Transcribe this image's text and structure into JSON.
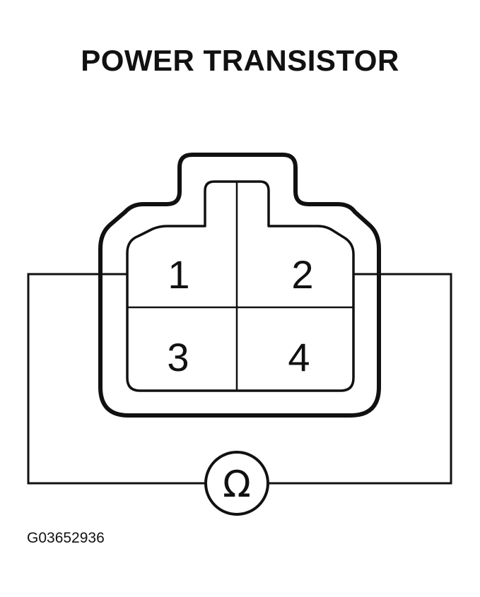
{
  "title": "POWER TRANSISTOR",
  "connector": {
    "pins": [
      {
        "number": "1"
      },
      {
        "number": "2"
      },
      {
        "number": "3"
      },
      {
        "number": "4"
      }
    ]
  },
  "meter": {
    "symbol": "Ω",
    "icon": "ohmmeter-icon"
  },
  "figure_id": "G03652936",
  "colors": {
    "line": "#111111",
    "background": "#ffffff"
  }
}
